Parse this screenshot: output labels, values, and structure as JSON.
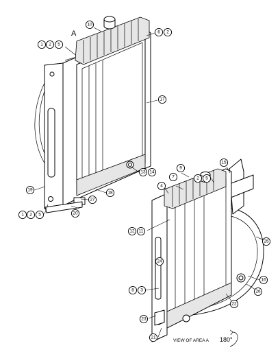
{
  "diagram": {
    "view_label": "A",
    "view_caption": "VIEW OF AREA A",
    "rotation_label": "180°",
    "callouts_top": [
      "1",
      "2",
      "5",
      "10",
      "6",
      "2",
      "17",
      "13",
      "14",
      "18",
      "19",
      "20",
      "27",
      "1",
      "2",
      "5"
    ],
    "callouts_bottom": [
      "2",
      "5",
      "15",
      "9",
      "7",
      "4",
      "12",
      "11",
      "25",
      "24",
      "16",
      "26",
      "8",
      "3",
      "22",
      "23",
      "21"
    ]
  }
}
